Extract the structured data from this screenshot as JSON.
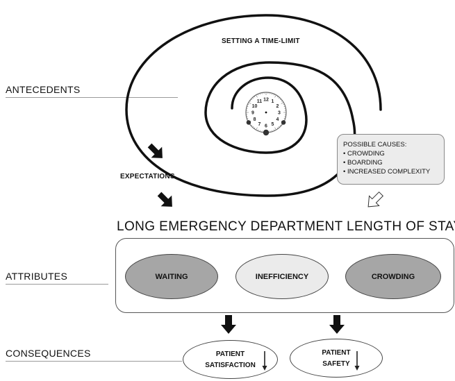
{
  "sections": {
    "antecedents": "ANTECEDENTS",
    "attributes": "ATTRIBUTES",
    "consequences": "CONSEQUENCES"
  },
  "spiral_label": "SETTING A TIME-LIMIT",
  "expectations_label": "EXPECTATIONS",
  "clock_numbers": [
    "12",
    "1",
    "2",
    "3",
    "4",
    "5",
    "6",
    "7",
    "8",
    "9",
    "10",
    "11"
  ],
  "possible_causes": {
    "title": "POSSIBLE CAUSES:",
    "items": [
      "CROWDING",
      "BOARDING",
      "INCREASED COMPLEXITY"
    ]
  },
  "main_title": "LONG EMERGENCY DEPARTMENT LENGTH OF STAY",
  "attributes": [
    {
      "label": "WAITING",
      "fill": "#a6a6a6"
    },
    {
      "label": "INEFFICIENCY",
      "fill": "#ebebeb"
    },
    {
      "label": "CROWDING",
      "fill": "#a6a6a6"
    }
  ],
  "consequences": [
    {
      "line1": "PATIENT",
      "line2": "SATISFACTION",
      "trend": "down"
    },
    {
      "line1": "PATIENT",
      "line2": "SAFETY",
      "trend": "down"
    }
  ],
  "colors": {
    "spiral": "#111111",
    "arrow": "#111111",
    "rule": "#9a9a9a"
  }
}
